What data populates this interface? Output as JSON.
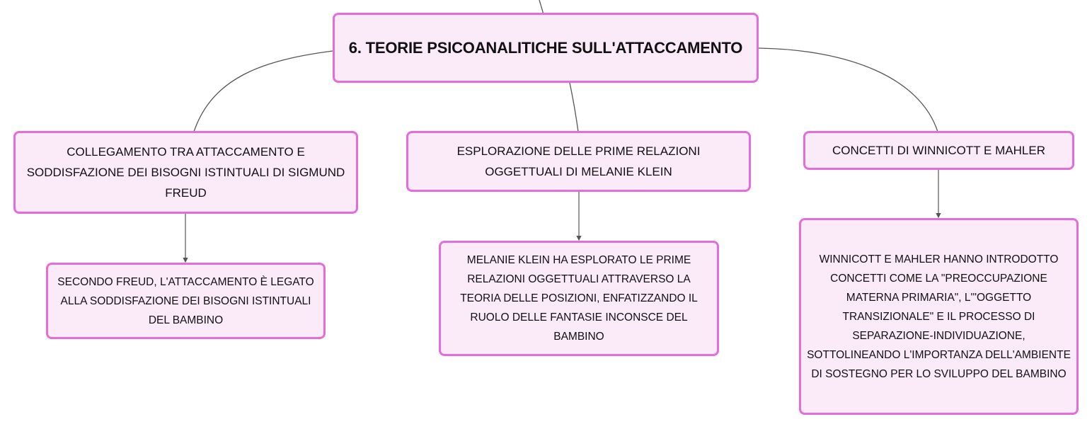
{
  "colors": {
    "node_fill": "#fbeaf8",
    "node_border": "#e46ddc",
    "connector": "#555555"
  },
  "root": {
    "title": "6. TEORIE PSICOANALITICHE SULL'ATTACCAMENTO"
  },
  "branches": [
    {
      "label": "COLLEGAMENTO TRA ATTACCAMENTO E SODDISFAZIONE DEI BISOGNI ISTINTUALI DI SIGMUND FREUD",
      "child": "SECONDO FREUD, L'ATTACCAMENTO È LEGATO ALLA SODDISFAZIONE DEI BISOGNI ISTINTUALI DEL BAMBINO"
    },
    {
      "label": "ESPLORAZIONE DELLE PRIME RELAZIONI OGGETTUALI DI MELANIE KLEIN",
      "child": "MELANIE KLEIN HA ESPLORATO LE PRIME RELAZIONI OGGETTUALI ATTRAVERSO LA TEORIA DELLE POSIZIONI, ENFATIZZANDO IL RUOLO DELLE FANTASIE INCONSCE DEL BAMBINO"
    },
    {
      "label": "CONCETTI DI WINNICOTT E MAHLER",
      "child": "WINNICOTT E MAHLER HANNO INTRODOTTO CONCETTI COME LA \"PREOCCUPAZIONE MATERNA PRIMARIA\", L'\"OGGETTO TRANSIZIONALE\" E IL PROCESSO DI SEPARAZIONE-INDIVIDUAZIONE, SOTTOLINEANDO L'IMPORTANZA DELL'AMBIENTE DI SOSTEGNO PER LO SVILUPPO DEL BAMBINO"
    }
  ]
}
